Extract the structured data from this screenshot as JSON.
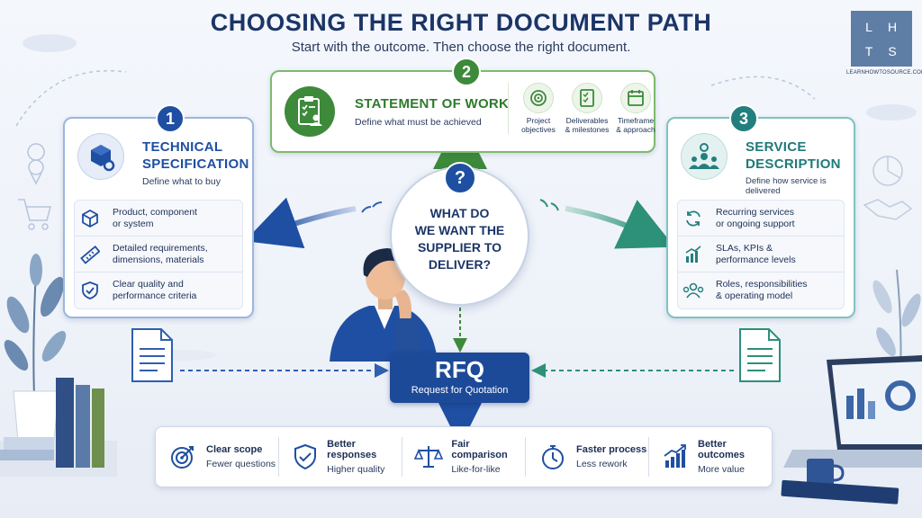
{
  "header": {
    "title": "CHOOSING THE RIGHT DOCUMENT PATH",
    "subtitle": "Start with the outcome. Then choose the right document."
  },
  "logo": {
    "letters": [
      "L",
      "H",
      "T",
      "S"
    ],
    "caption": "LEARNHOWTOSOURCE.COM"
  },
  "technical_spec": {
    "number": "1",
    "title_line1": "TECHNICAL",
    "title_line2": "SPECIFICATION",
    "description": "Define what to buy",
    "items": [
      {
        "line1": "Product, component",
        "line2": "or system",
        "icon": "cube-icon"
      },
      {
        "line1": "Detailed requirements,",
        "line2": "dimensions, materials",
        "icon": "ruler-icon"
      },
      {
        "line1": "Clear quality and",
        "line2": "performance criteria",
        "icon": "shield-check-icon"
      }
    ],
    "accent": "#1f4fa2"
  },
  "statement_of_work": {
    "number": "2",
    "title": "STATEMENT OF WORK",
    "description": "Define what must be achieved",
    "items": [
      {
        "line1": "Project",
        "line2": "objectives",
        "icon": "target-icon"
      },
      {
        "line1": "Deliverables",
        "line2": "& milestones",
        "icon": "checklist-icon"
      },
      {
        "line1": "Timeframe",
        "line2": "& approach",
        "icon": "calendar-icon"
      }
    ],
    "accent": "#3d8a3a"
  },
  "service_description": {
    "number": "3",
    "title_line1": "SERVICE",
    "title_line2": "DESCRIPTION",
    "description": "Define how service is delivered",
    "items": [
      {
        "line1": "Recurring services",
        "line2": "or ongoing support",
        "icon": "refresh-icon"
      },
      {
        "line1": "SLAs, KPIs &",
        "line2": "performance levels",
        "icon": "bar-chart-icon"
      },
      {
        "line1": "Roles, responsibilities",
        "line2": "& operating model",
        "icon": "team-icon"
      }
    ],
    "accent": "#237f7d"
  },
  "question": {
    "mark": "?",
    "line1": "WHAT DO",
    "line2": "WE WANT THE",
    "line3": "SUPPLIER TO",
    "line4": "DELIVER?"
  },
  "rfq": {
    "title": "RFQ",
    "subtitle": "Request for Quotation"
  },
  "benefits": [
    {
      "title": "Clear scope",
      "sub": "Fewer questions",
      "icon": "target-arrow-icon"
    },
    {
      "title": "Better responses",
      "sub": "Higher quality",
      "icon": "shield-check-icon"
    },
    {
      "title": "Fair comparison",
      "sub": "Like-for-like",
      "icon": "scales-icon"
    },
    {
      "title": "Faster process",
      "sub": "Less rework",
      "icon": "stopwatch-icon"
    },
    {
      "title": "Better outcomes",
      "sub": "More value",
      "icon": "growth-chart-icon"
    }
  ]
}
